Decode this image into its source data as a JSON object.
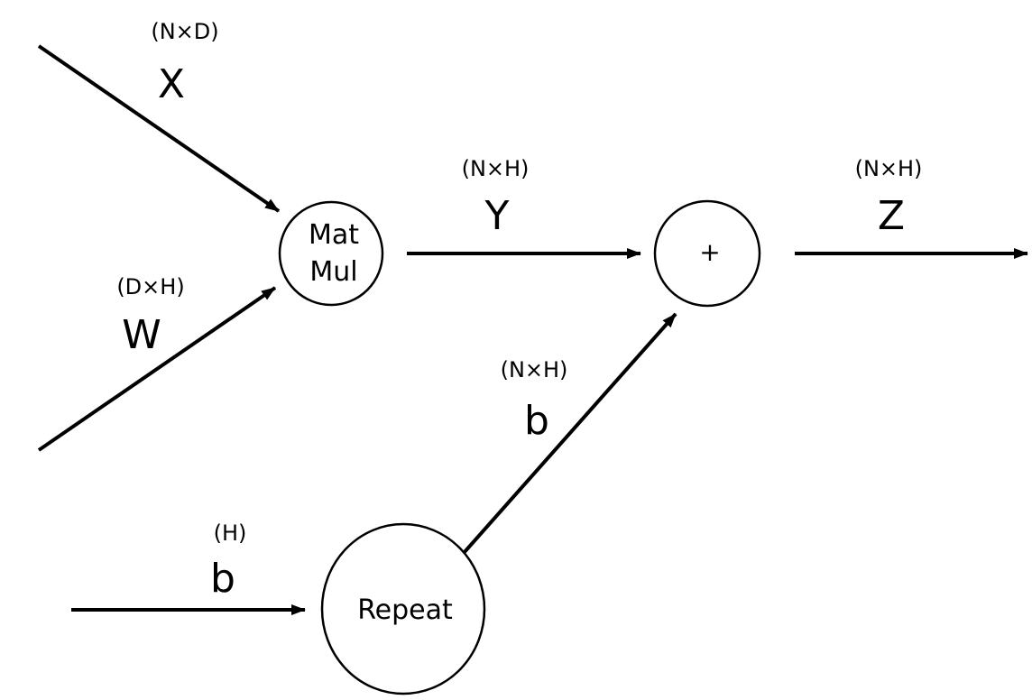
{
  "inputs": {
    "x": {
      "name": "X",
      "shape": "(N×D)"
    },
    "w": {
      "name": "W",
      "shape": "(D×H)"
    },
    "b_in": {
      "name": "b",
      "shape": "(H)"
    }
  },
  "nodes": {
    "matmul": {
      "line1": "Mat",
      "line2": "Mul"
    },
    "add": {
      "label": "+"
    },
    "repeat": {
      "label": "Repeat"
    }
  },
  "edges": {
    "y": {
      "name": "Y",
      "shape": "(N×H)"
    },
    "b_rep": {
      "name": "b",
      "shape": "(N×H)"
    },
    "z": {
      "name": "Z",
      "shape": "(N×H)"
    }
  }
}
